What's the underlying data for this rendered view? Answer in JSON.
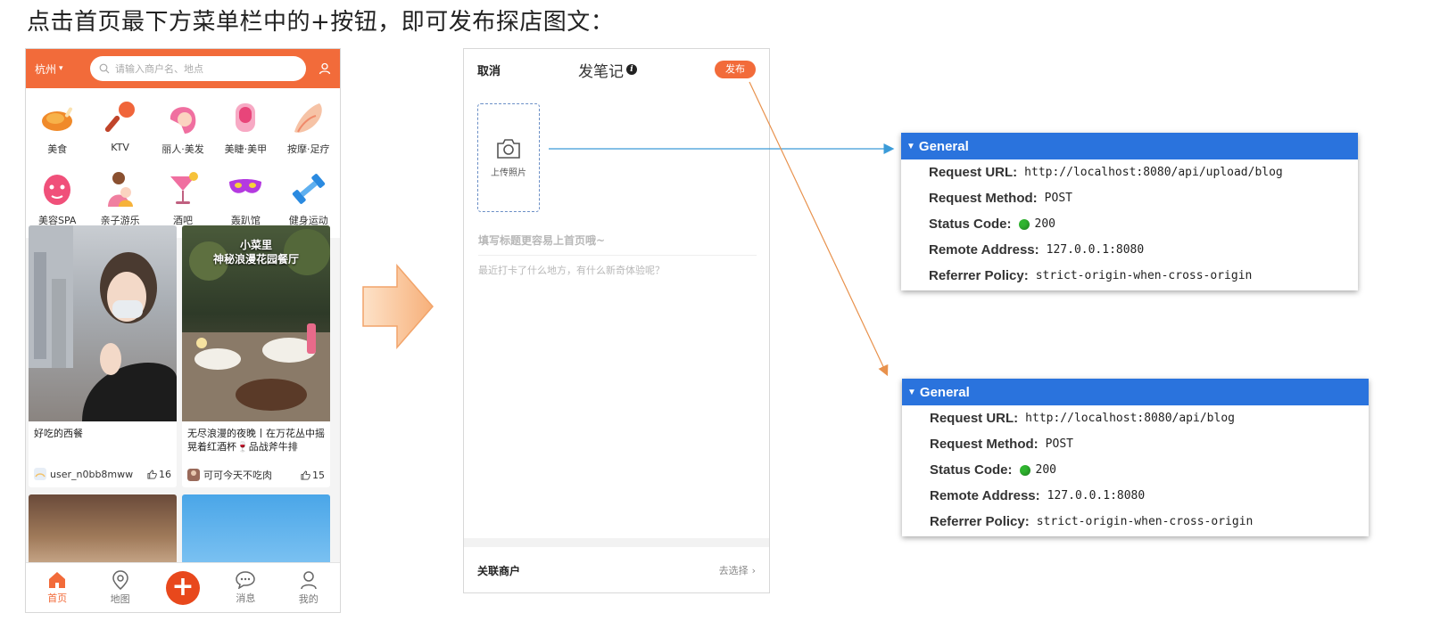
{
  "heading": "点击首页最下方菜单栏中的+按钮，即可发布探店图文：",
  "home": {
    "city": "杭州",
    "search_placeholder": "请输入商户名、地点",
    "categories": [
      {
        "label": "美食",
        "icon": "roast-chicken-icon"
      },
      {
        "label": "KTV",
        "icon": "microphone-icon"
      },
      {
        "label": "丽人·美发",
        "icon": "hair-icon"
      },
      {
        "label": "美睫·美甲",
        "icon": "nail-icon"
      },
      {
        "label": "按摩·足疗",
        "icon": "foot-icon"
      },
      {
        "label": "美容SPA",
        "icon": "face-mask-icon"
      },
      {
        "label": "亲子游乐",
        "icon": "parent-child-icon"
      },
      {
        "label": "酒吧",
        "icon": "cocktail-icon"
      },
      {
        "label": "轰趴馆",
        "icon": "party-mask-icon"
      },
      {
        "label": "健身运动",
        "icon": "dumbbell-icon"
      }
    ],
    "cards": [
      {
        "title": "好吃的西餐",
        "author": "user_n0bb8mww",
        "likes": "16"
      },
      {
        "title": "无尽浪漫的夜晚丨在万花丛中摇晃着红酒杯🍷品战斧牛排",
        "image_text": "小菜里\n神秘浪漫花园餐厅",
        "author": "可可今天不吃肉",
        "likes": "15"
      }
    ],
    "tabs": [
      {
        "label": "首页",
        "icon": "home-icon"
      },
      {
        "label": "地图",
        "icon": "map-pin-icon"
      },
      {
        "label": "",
        "icon": "plus-icon"
      },
      {
        "label": "消息",
        "icon": "message-icon"
      },
      {
        "label": "我的",
        "icon": "profile-icon"
      }
    ]
  },
  "publish": {
    "cancel": "取消",
    "title": "发笔记",
    "publish_button": "发布",
    "upload_label": "上传照片",
    "title_placeholder": "填写标题更容易上首页哦~",
    "content_placeholder": "最近打卡了什么地方，有什么新奇体验呢？",
    "shop_label": "关联商户",
    "shop_choose": "去选择"
  },
  "panels": [
    {
      "header": "General",
      "rows": [
        {
          "key": "Request URL:",
          "value": "http://localhost:8080/api/upload/blog"
        },
        {
          "key": "Request Method:",
          "value": "POST"
        },
        {
          "key": "Status Code:",
          "value": "200"
        },
        {
          "key": "Remote Address:",
          "value": "127.0.0.1:8080"
        },
        {
          "key": "Referrer Policy:",
          "value": "strict-origin-when-cross-origin"
        }
      ]
    },
    {
      "header": "General",
      "rows": [
        {
          "key": "Request URL:",
          "value": "http://localhost:8080/api/blog"
        },
        {
          "key": "Request Method:",
          "value": "POST"
        },
        {
          "key": "Status Code:",
          "value": "200"
        },
        {
          "key": "Remote Address:",
          "value": "127.0.0.1:8080"
        },
        {
          "key": "Referrer Policy:",
          "value": "strict-origin-when-cross-origin"
        }
      ]
    }
  ],
  "colors": {
    "brand_orange": "#f26b3a",
    "panel_blue": "#2a73dd",
    "status_green": "#2fb52f",
    "arrow_blue": "#3b9bd8",
    "arrow_orange": "#e8914c"
  }
}
